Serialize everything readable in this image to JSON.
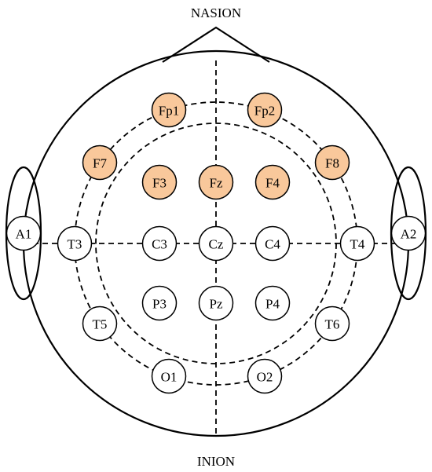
{
  "labels": {
    "top": "NASION",
    "bottom": "INION"
  },
  "colors": {
    "highlight": "#f9c89b",
    "normal": "#ffffff",
    "stroke": "#000000"
  },
  "electrodes": [
    {
      "label": "Fp1",
      "highlighted": true
    },
    {
      "label": "Fp2",
      "highlighted": true
    },
    {
      "label": "F7",
      "highlighted": true
    },
    {
      "label": "F8",
      "highlighted": true
    },
    {
      "label": "F3",
      "highlighted": true
    },
    {
      "label": "Fz",
      "highlighted": true
    },
    {
      "label": "F4",
      "highlighted": true
    },
    {
      "label": "A1",
      "highlighted": false
    },
    {
      "label": "T3",
      "highlighted": false
    },
    {
      "label": "C3",
      "highlighted": false
    },
    {
      "label": "Cz",
      "highlighted": false
    },
    {
      "label": "C4",
      "highlighted": false
    },
    {
      "label": "T4",
      "highlighted": false
    },
    {
      "label": "A2",
      "highlighted": false
    },
    {
      "label": "P3",
      "highlighted": false
    },
    {
      "label": "Pz",
      "highlighted": false
    },
    {
      "label": "P4",
      "highlighted": false
    },
    {
      "label": "T5",
      "highlighted": false
    },
    {
      "label": "T6",
      "highlighted": false
    },
    {
      "label": "O1",
      "highlighted": false
    },
    {
      "label": "O2",
      "highlighted": false
    }
  ]
}
